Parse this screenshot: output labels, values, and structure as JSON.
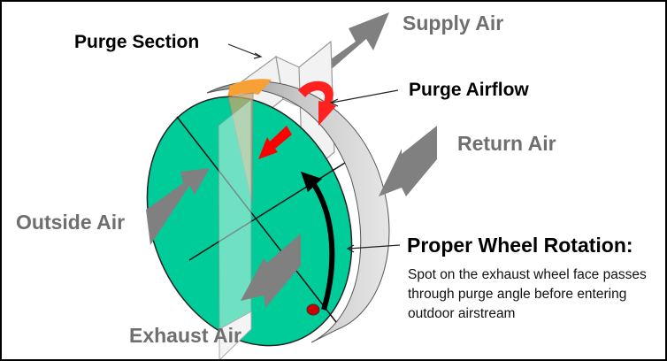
{
  "labels": {
    "purge_section": "Purge Section",
    "supply_air": "Supply Air",
    "purge_airflow": "Purge Airflow",
    "return_air": "Return Air",
    "outside_air": "Outside Air",
    "exhaust_air": "Exhaust Air",
    "rotation_title": "Proper Wheel Rotation:",
    "rotation_desc": "Spot on the exhaust wheel face passes through purge angle before entering outdoor airstream"
  },
  "colors": {
    "wheel_face": "#00cc99",
    "wheel_rim": "#b0b0b0",
    "purge_segment": "#f7a035",
    "air_arrow": "#808080",
    "purge_arrow": "#ff0000",
    "spot": "#cc0000",
    "rotation_arrow": "#000000"
  }
}
